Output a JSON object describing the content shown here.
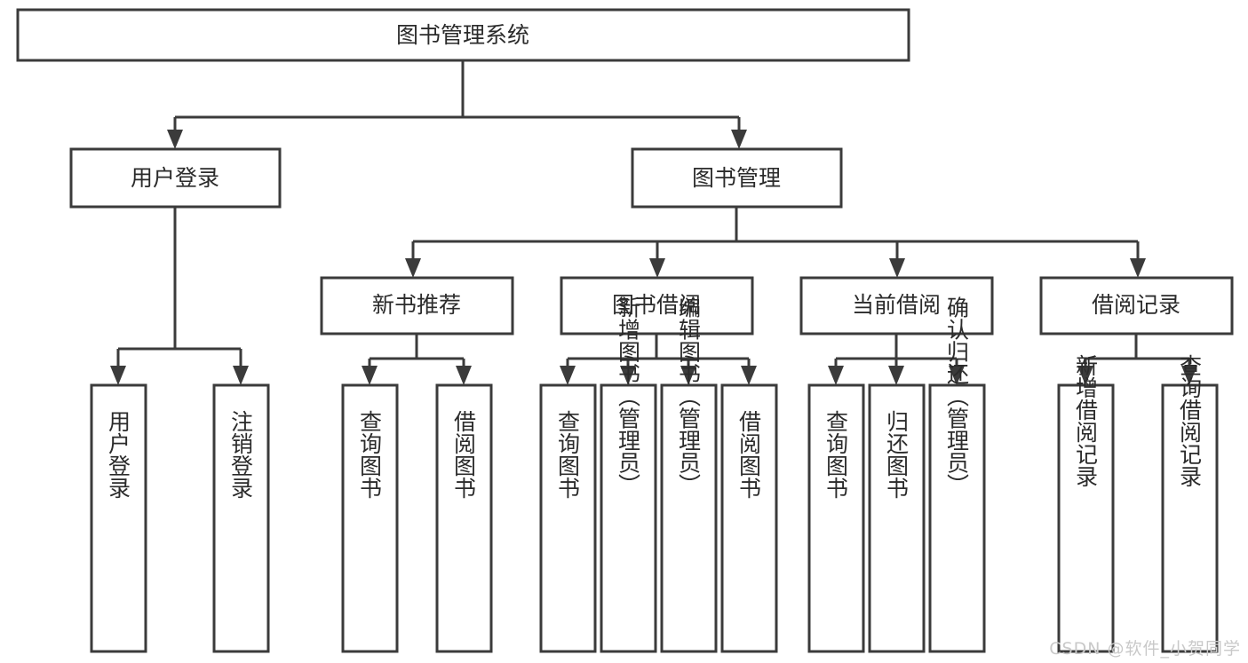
{
  "diagram": {
    "title": "图书管理系统",
    "type": "tree",
    "watermark": "CSDN @软件_小贺同学",
    "colors": {
      "stroke": "#3b3b3b",
      "fill": "#ffffff",
      "text": "#2b2b2b",
      "watermark": "#c9c9c9",
      "background": "#ffffff"
    },
    "nodes": {
      "root": {
        "label": "图书管理系统"
      },
      "level2": [
        {
          "label": "用户登录"
        },
        {
          "label": "图书管理"
        }
      ],
      "level3": [
        {
          "label": "新书推荐"
        },
        {
          "label": "图书借阅"
        },
        {
          "label": "当前借阅"
        },
        {
          "label": "借阅记录"
        }
      ],
      "leaves": {
        "user_login": [
          {
            "label": "用户登录"
          },
          {
            "label": "注销登录"
          }
        ],
        "new_book_recommend": [
          {
            "label": "查询图书"
          },
          {
            "label": "借阅图书"
          }
        ],
        "book_borrow": [
          {
            "label": "查询图书"
          },
          {
            "label": "新增图书（管理员）"
          },
          {
            "label": "编辑图书（管理员）"
          },
          {
            "label": "借阅图书"
          }
        ],
        "current_borrow": [
          {
            "label": "查询图书"
          },
          {
            "label": "归还图书"
          },
          {
            "label": "确认归还（管理员）"
          }
        ],
        "borrow_record": [
          {
            "label": "新增借阅记录"
          },
          {
            "label": "查询借阅记录"
          }
        ]
      }
    }
  }
}
